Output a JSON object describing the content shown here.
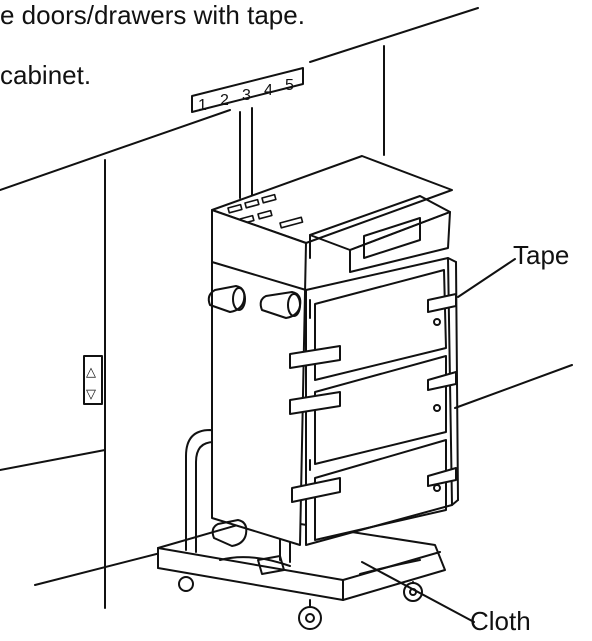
{
  "instructions": {
    "line1": "e doors/drawers with tape.",
    "line2": "cabinet."
  },
  "floor_sign": {
    "digits": [
      "1",
      "2",
      "3",
      "4",
      "5"
    ]
  },
  "elevator_buttons": {
    "up": "△",
    "down": "▽"
  },
  "labels": {
    "tape": "Tape",
    "cloth": "Cloth"
  },
  "colors": {
    "ink": "#111111",
    "background": "#ffffff"
  }
}
